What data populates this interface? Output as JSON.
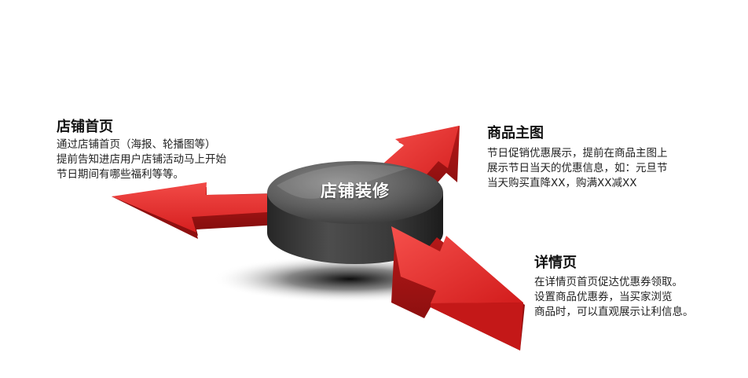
{
  "diagram": {
    "center": {
      "label": "店铺装修"
    },
    "branches": [
      {
        "title": "店铺首页",
        "lines": [
          "通过店铺首页（海报、轮播图等）",
          "提前告知进店用户店铺活动马上开始",
          "节日期间有哪些福利等等。"
        ]
      },
      {
        "title": "商品主图",
        "lines": [
          "节日促销优惠展示，提前在商品主图上",
          "展示节日当天的优惠信息，如：元旦节",
          "当天购买直降XX，购满XX减XX"
        ]
      },
      {
        "title": "详情页",
        "lines": [
          "在详情页首页促达优惠券领取。",
          "设置商品优惠券，当买家浏览",
          "商品时，可以直观展示让利信息。"
        ]
      }
    ],
    "colors": {
      "arrow": "#e8302f",
      "arrow_dark": "#a81414",
      "disc_top": "#6b6b6b",
      "disc_side": "#2a2a2a"
    }
  }
}
